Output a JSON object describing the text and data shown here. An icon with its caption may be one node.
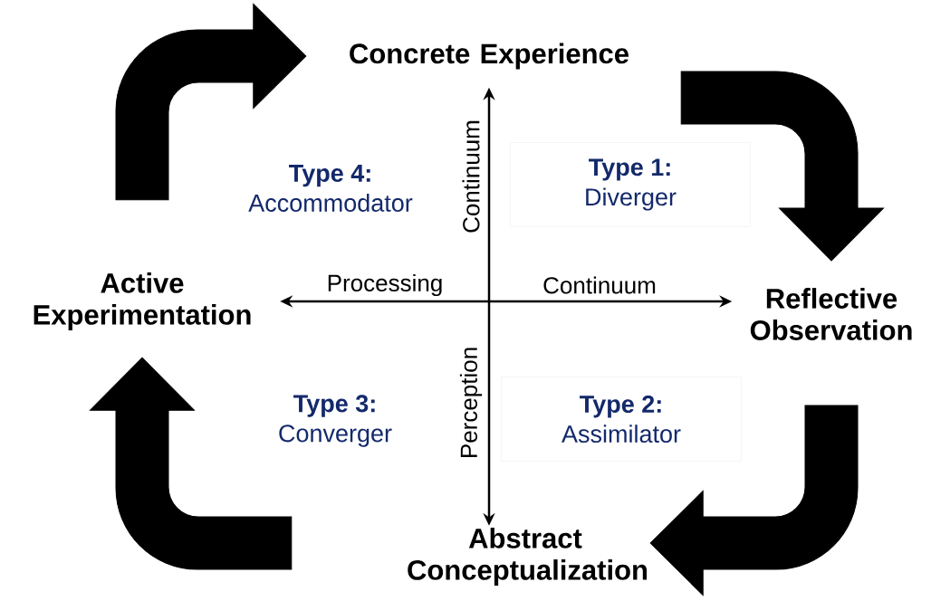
{
  "diagram": {
    "nodes": [
      {
        "text": [
          "Concrete Experience"
        ]
      },
      {
        "text": [
          "Reflective Observation"
        ]
      },
      {
        "text": [
          "Abstract Conceptualization"
        ]
      },
      {
        "text": [
          "Active Experimentation"
        ]
      },
      {
        "text": [
          "Type 4:",
          "Accommodator"
        ]
      },
      {
        "text": [
          "Type 1:",
          "Diverger"
        ]
      },
      {
        "text": [
          "Type 3:",
          "Converger"
        ]
      },
      {
        "text": [
          "Type 2:",
          "Assimilator"
        ]
      }
    ],
    "edges": [
      {
        "from": 3,
        "to": 0,
        "arrow": "to"
      },
      {
        "from": 0,
        "to": 1,
        "arrow": "to"
      },
      {
        "from": 1,
        "to": 2,
        "arrow": "to"
      },
      {
        "from": 2,
        "to": 3,
        "arrow": "to"
      },
      {
        "from": 3,
        "to": 1,
        "arrow": "both"
      },
      {
        "from": 0,
        "to": 2,
        "arrow": "both"
      }
    ],
    "labels": [
      "Continuum",
      "Processing",
      "Continuum",
      "Perception"
    ]
  }
}
